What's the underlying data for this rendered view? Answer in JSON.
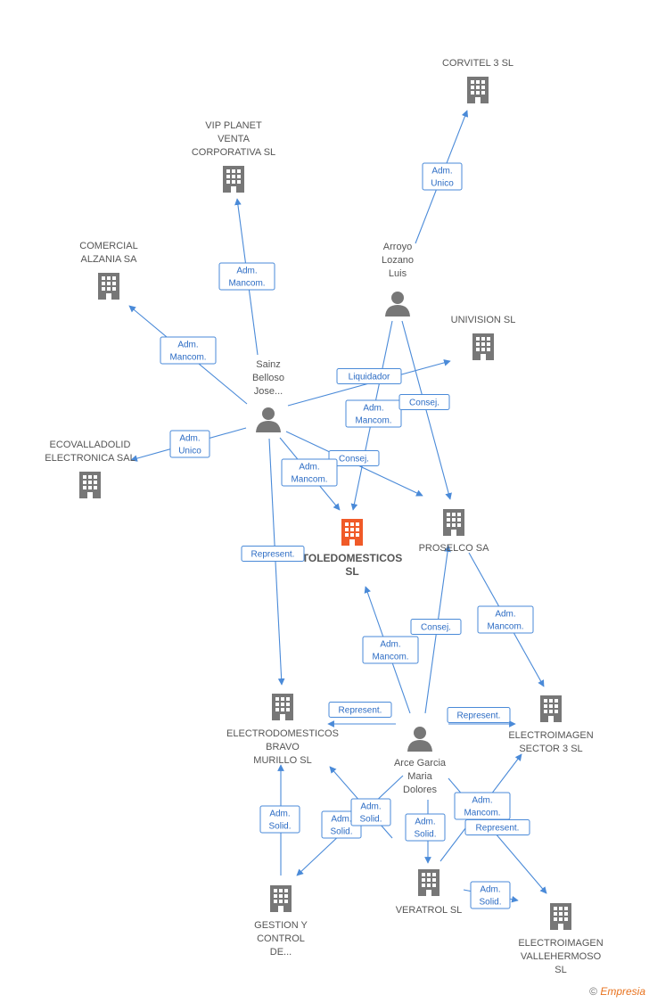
{
  "colors": {
    "edge": "#4a8ad8",
    "node": "#777777",
    "main_node": "#f05a28"
  },
  "nodes": [
    {
      "id": "corvitel",
      "type": "company",
      "lines": [
        "CORVITEL 3 SL"
      ]
    },
    {
      "id": "vip",
      "type": "company",
      "lines": [
        "VIP PLANET",
        "VENTA",
        "CORPORATIVA SL"
      ]
    },
    {
      "id": "comercial",
      "type": "company",
      "lines": [
        "COMERCIAL",
        "ALZANIA SA"
      ]
    },
    {
      "id": "arroyo",
      "type": "person",
      "lines": [
        "Arroyo",
        "Lozano",
        "Luis"
      ]
    },
    {
      "id": "univision",
      "type": "company",
      "lines": [
        "UNIVISION SL"
      ]
    },
    {
      "id": "sainz",
      "type": "person",
      "lines": [
        "Sainz",
        "Belloso",
        "Jose..."
      ]
    },
    {
      "id": "ecovalladolid",
      "type": "company",
      "lines": [
        "ECOVALLADOLID",
        "ELECTRONICA SAL"
      ]
    },
    {
      "id": "toledomesticos",
      "type": "company",
      "main": true,
      "lines": [
        "TOLEDOMESTICOS",
        "SL"
      ]
    },
    {
      "id": "proselco",
      "type": "company",
      "lines": [
        "PROSELCO SA"
      ]
    },
    {
      "id": "bravo",
      "type": "company",
      "lines": [
        "ELECTRODOMESTICOS",
        "BRAVO",
        "MURILLO SL"
      ]
    },
    {
      "id": "sector3",
      "type": "company",
      "lines": [
        "ELECTROIMAGEN",
        "SECTOR 3 SL"
      ]
    },
    {
      "id": "arce",
      "type": "person",
      "lines": [
        "Arce Garcia",
        "Maria",
        "Dolores"
      ]
    },
    {
      "id": "gestion",
      "type": "company",
      "lines": [
        "GESTION Y",
        "CONTROL",
        "DE..."
      ]
    },
    {
      "id": "veratrol",
      "type": "company",
      "lines": [
        "VERATROL SL"
      ]
    },
    {
      "id": "vallehermoso",
      "type": "company",
      "lines": [
        "ELECTROIMAGEN",
        "VALLEHERMOSO",
        "SL"
      ]
    }
  ],
  "edges": [
    {
      "id": "arroyo-corvitel",
      "label": [
        "Adm.",
        "Unico"
      ]
    },
    {
      "id": "sainz-vip",
      "label": [
        "Adm.",
        "Mancom."
      ]
    },
    {
      "id": "sainz-comercial",
      "label": [
        "Adm.",
        "Mancom."
      ]
    },
    {
      "id": "sainz-univision",
      "label": [
        "Liquidador"
      ]
    },
    {
      "id": "arroyo-toledo",
      "label": [
        "Adm.",
        "Mancom."
      ]
    },
    {
      "id": "arroyo-proselco",
      "label": [
        "Consej."
      ]
    },
    {
      "id": "sainz-ecoval",
      "label": [
        "Adm.",
        "Unico"
      ]
    },
    {
      "id": "sainz-proselco",
      "label": [
        "Consej."
      ]
    },
    {
      "id": "sainz-toledo",
      "label": [
        "Adm.",
        "Mancom."
      ]
    },
    {
      "id": "sainz-bravo",
      "label": [
        "Represent."
      ]
    },
    {
      "id": "arce-proselco",
      "label": [
        "Consej."
      ]
    },
    {
      "id": "arce-toledo",
      "label": [
        "Adm.",
        "Mancom."
      ]
    },
    {
      "id": "proselco-sector3",
      "label": [
        "Adm.",
        "Mancom."
      ]
    },
    {
      "id": "arce-bravo",
      "label": [
        "Represent."
      ]
    },
    {
      "id": "arce-sector3-rep",
      "label": [
        "Represent."
      ]
    },
    {
      "id": "gestion-bravo",
      "label": [
        "Adm.",
        "Solid."
      ]
    },
    {
      "id": "arce-gestion-a",
      "label": [
        "Adm.",
        "Solid."
      ]
    },
    {
      "id": "arce-gestion-b",
      "label": [
        "Adm.",
        "Solid."
      ]
    },
    {
      "id": "arce-veratrol",
      "label": [
        "Adm.",
        "Solid."
      ]
    },
    {
      "id": "arce-sector3",
      "label": [
        "Adm.",
        "Mancom."
      ]
    },
    {
      "id": "arce-vallehermoso",
      "label": [
        "Represent."
      ]
    },
    {
      "id": "veratrol-vallehermoso",
      "label": [
        "Adm.",
        "Solid."
      ]
    }
  ],
  "watermark": {
    "symbol": "©",
    "brand": "Empresia"
  }
}
